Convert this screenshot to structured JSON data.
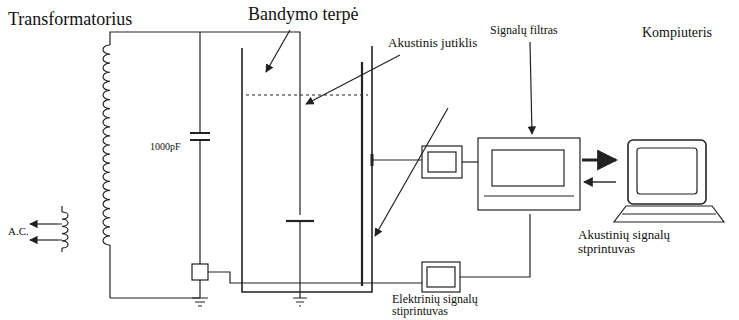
{
  "diagram": {
    "labels": [
      "Transformatorius",
      "Bandymo terpė",
      "Akustinis jutiklis",
      "Signalų filtras",
      "Kompiuteris",
      "A.C.",
      "1000pF",
      "Akustinių signalų stprintuvas",
      "Elektrinių signalų stiprintuvas"
    ]
  }
}
